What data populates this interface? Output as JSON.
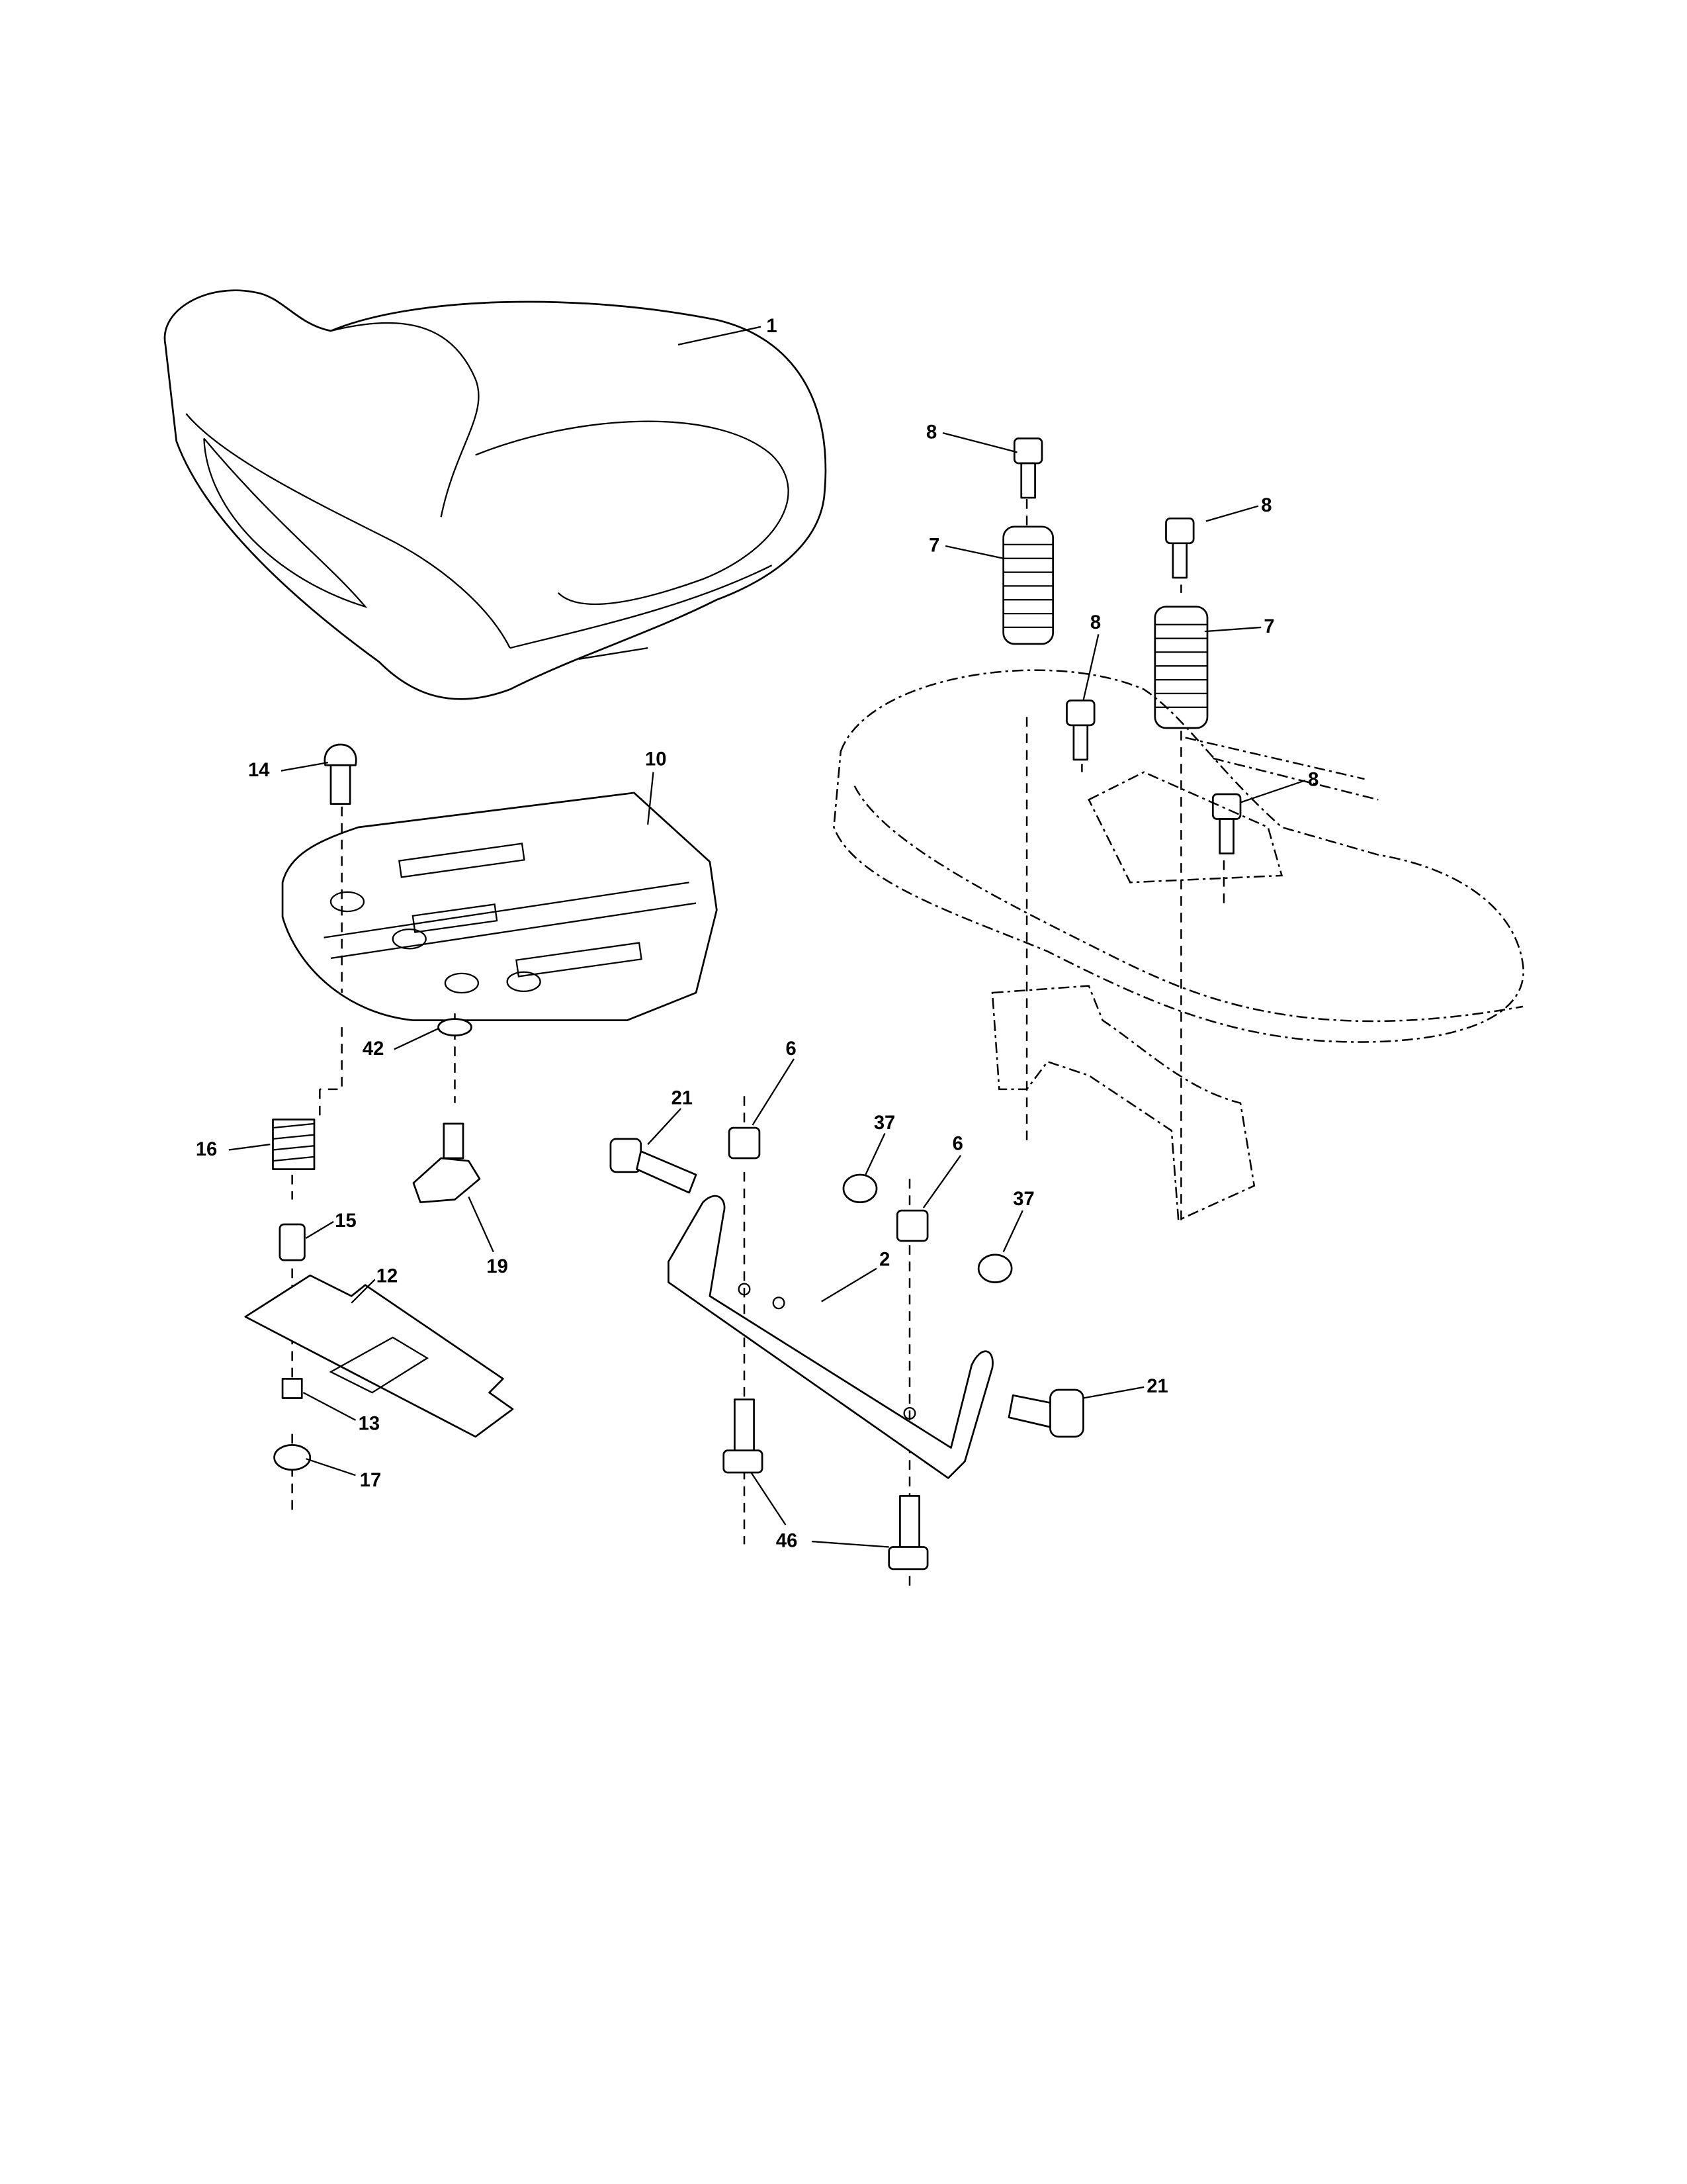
{
  "diagram": {
    "type": "exploded parts diagram",
    "callouts": [
      "1",
      "8",
      "7",
      "8",
      "7",
      "8",
      "8",
      "14",
      "10",
      "42",
      "6",
      "21",
      "37",
      "6",
      "16",
      "15",
      "19",
      "12",
      "2",
      "37",
      "21",
      "13",
      "17",
      "46"
    ]
  }
}
